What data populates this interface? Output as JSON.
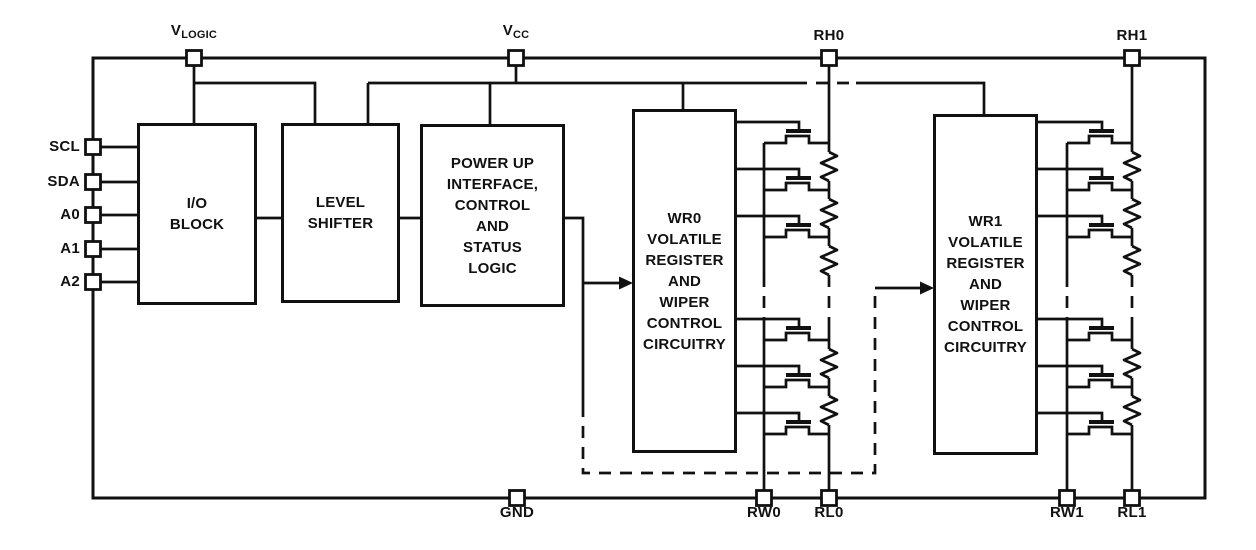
{
  "colors": {
    "ink": "#111111",
    "background": "#ffffff"
  },
  "pins": {
    "top": [
      {
        "main": "V",
        "sub": "LOGIC"
      },
      {
        "main": "V",
        "sub": "CC"
      },
      {
        "label": "RH0"
      },
      {
        "label": "RH1"
      }
    ],
    "left": [
      {
        "label": "SCL"
      },
      {
        "label": "SDA"
      },
      {
        "label": "A0"
      },
      {
        "label": "A1"
      },
      {
        "label": "A2"
      }
    ],
    "bottom": [
      {
        "label": "GND"
      },
      {
        "label": "RW0"
      },
      {
        "label": "RL0"
      },
      {
        "label": "RW1"
      },
      {
        "label": "RL1"
      }
    ]
  },
  "blocks": {
    "io": {
      "lines": [
        "I/O",
        "BLOCK"
      ]
    },
    "level_shifter": {
      "lines": [
        "LEVEL",
        "SHIFTER"
      ]
    },
    "power_up": {
      "lines": [
        "POWER UP",
        "INTERFACE,",
        "CONTROL",
        "AND",
        "STATUS",
        "LOGIC"
      ]
    },
    "wr0": {
      "lines": [
        "WR0",
        "VOLATILE",
        "REGISTER",
        "AND",
        "WIPER",
        "CONTROL",
        "CIRCUITRY"
      ]
    },
    "wr1": {
      "lines": [
        "WR1",
        "VOLATILE",
        "REGISTER",
        "AND",
        "WIPER",
        "CONTROL",
        "CIRCUITRY"
      ]
    }
  },
  "icons": {
    "package_pin": "pin-square-icon",
    "wiper_switch": "nmos-transistor-icon",
    "resistor_element": "resistor-zigzag-icon",
    "control_signal": "arrow-right-icon"
  }
}
